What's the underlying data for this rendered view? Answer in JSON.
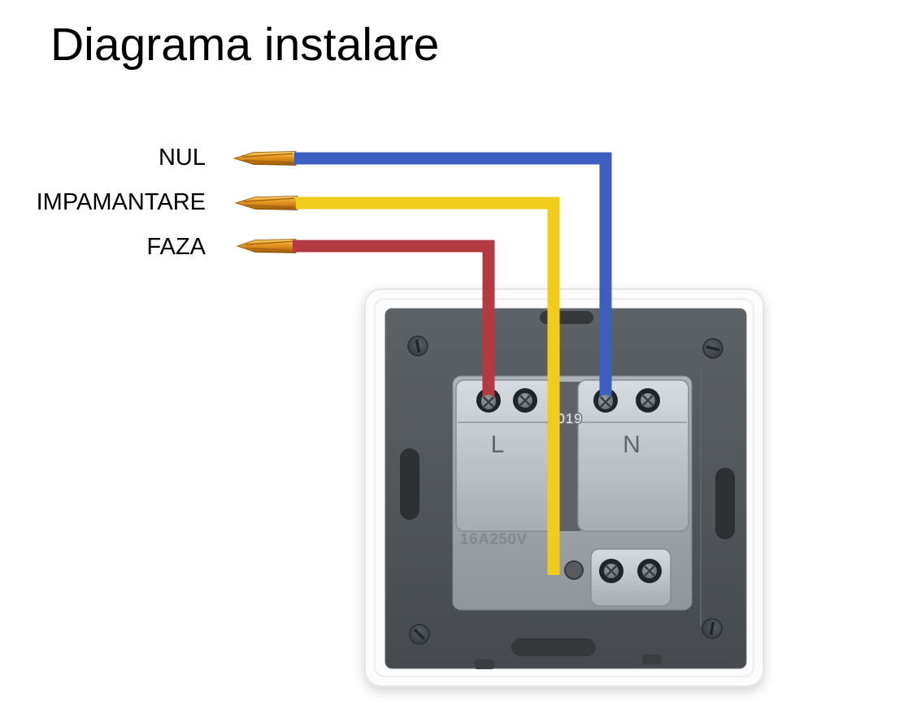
{
  "title": "Diagrama instalare",
  "wires": [
    {
      "label": "NUL",
      "color": "#3c5fc0",
      "terminal": "N"
    },
    {
      "label": "IMPAMANTARE",
      "color": "#f2cc1c",
      "terminal": "earth"
    },
    {
      "label": "FAZA",
      "color": "#b23a40",
      "terminal": "L"
    }
  ],
  "socket": {
    "left_terminal_label": "L",
    "right_terminal_label": "N",
    "rating": "16A250V",
    "marking": "Z019"
  },
  "colors": {
    "copper": "#e0911c",
    "blue": "#3c5fc0",
    "yellow": "#f2cc1c",
    "red": "#b23a40"
  }
}
